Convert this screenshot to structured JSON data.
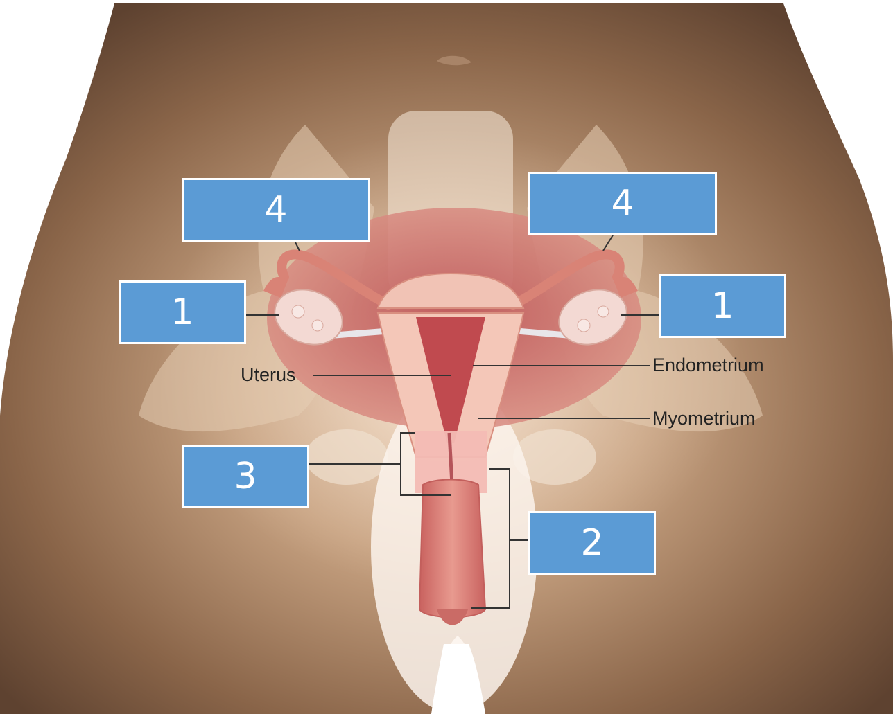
{
  "diagram": {
    "labels": {
      "uterus": "Uterus",
      "endometrium": "Endometrium",
      "myometrium": "Myometrium"
    },
    "number_boxes": {
      "left_ovary": "1",
      "right_ovary": "1",
      "vagina": "2",
      "cervix": "3",
      "left_fallopian_tube": "4",
      "right_fallopian_tube": "4"
    }
  },
  "colors": {
    "box_fill": "#5b9bd5",
    "box_border": "#ffffff",
    "skin": "#8e6a50",
    "organ": "#e7988f",
    "leader_line": "#333333"
  }
}
